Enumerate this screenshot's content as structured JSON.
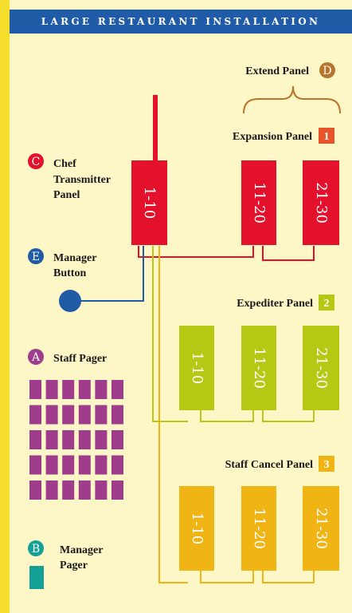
{
  "header": {
    "title": "LARGE RESTAURANT INSTALLATION"
  },
  "colors": {
    "background": "#fdf6c6",
    "left_bar": "#f6de2c",
    "header": "#1f5ba6",
    "red": "#e3112b",
    "lime": "#b4c814",
    "amber": "#f0b414",
    "purple": "#a03c8c",
    "teal": "#14a096",
    "blue": "#1f5ba6",
    "orange_badge": "#e8542a",
    "brown": "#b8742a"
  },
  "labels": {
    "extend_panel": "Extend Panel",
    "extend_badge": "D",
    "expansion_panel": "Expansion Panel",
    "expansion_num": "1",
    "chef_badge": "C",
    "chef_line1": "Chef",
    "chef_line2": "Transmitter",
    "chef_line3": "Panel",
    "manager_button_badge": "E",
    "manager_button_line1": "Manager",
    "manager_button_line2": "Button",
    "expediter_panel": "Expediter Panel",
    "expediter_num": "2",
    "staff_pager_badge": "A",
    "staff_pager": "Staff Pager",
    "staff_cancel_panel": "Staff Cancel Panel",
    "staff_cancel_num": "3",
    "manager_pager_badge": "B",
    "manager_pager_line1": "Manager",
    "manager_pager_line2": "Pager"
  },
  "panels": {
    "chef": [
      "1-10"
    ],
    "expansion": [
      "11-20",
      "21-30"
    ],
    "expediter": [
      "1-10",
      "11-20",
      "21-30"
    ],
    "staff_cancel": [
      "1-10",
      "11-20",
      "21-30"
    ]
  }
}
